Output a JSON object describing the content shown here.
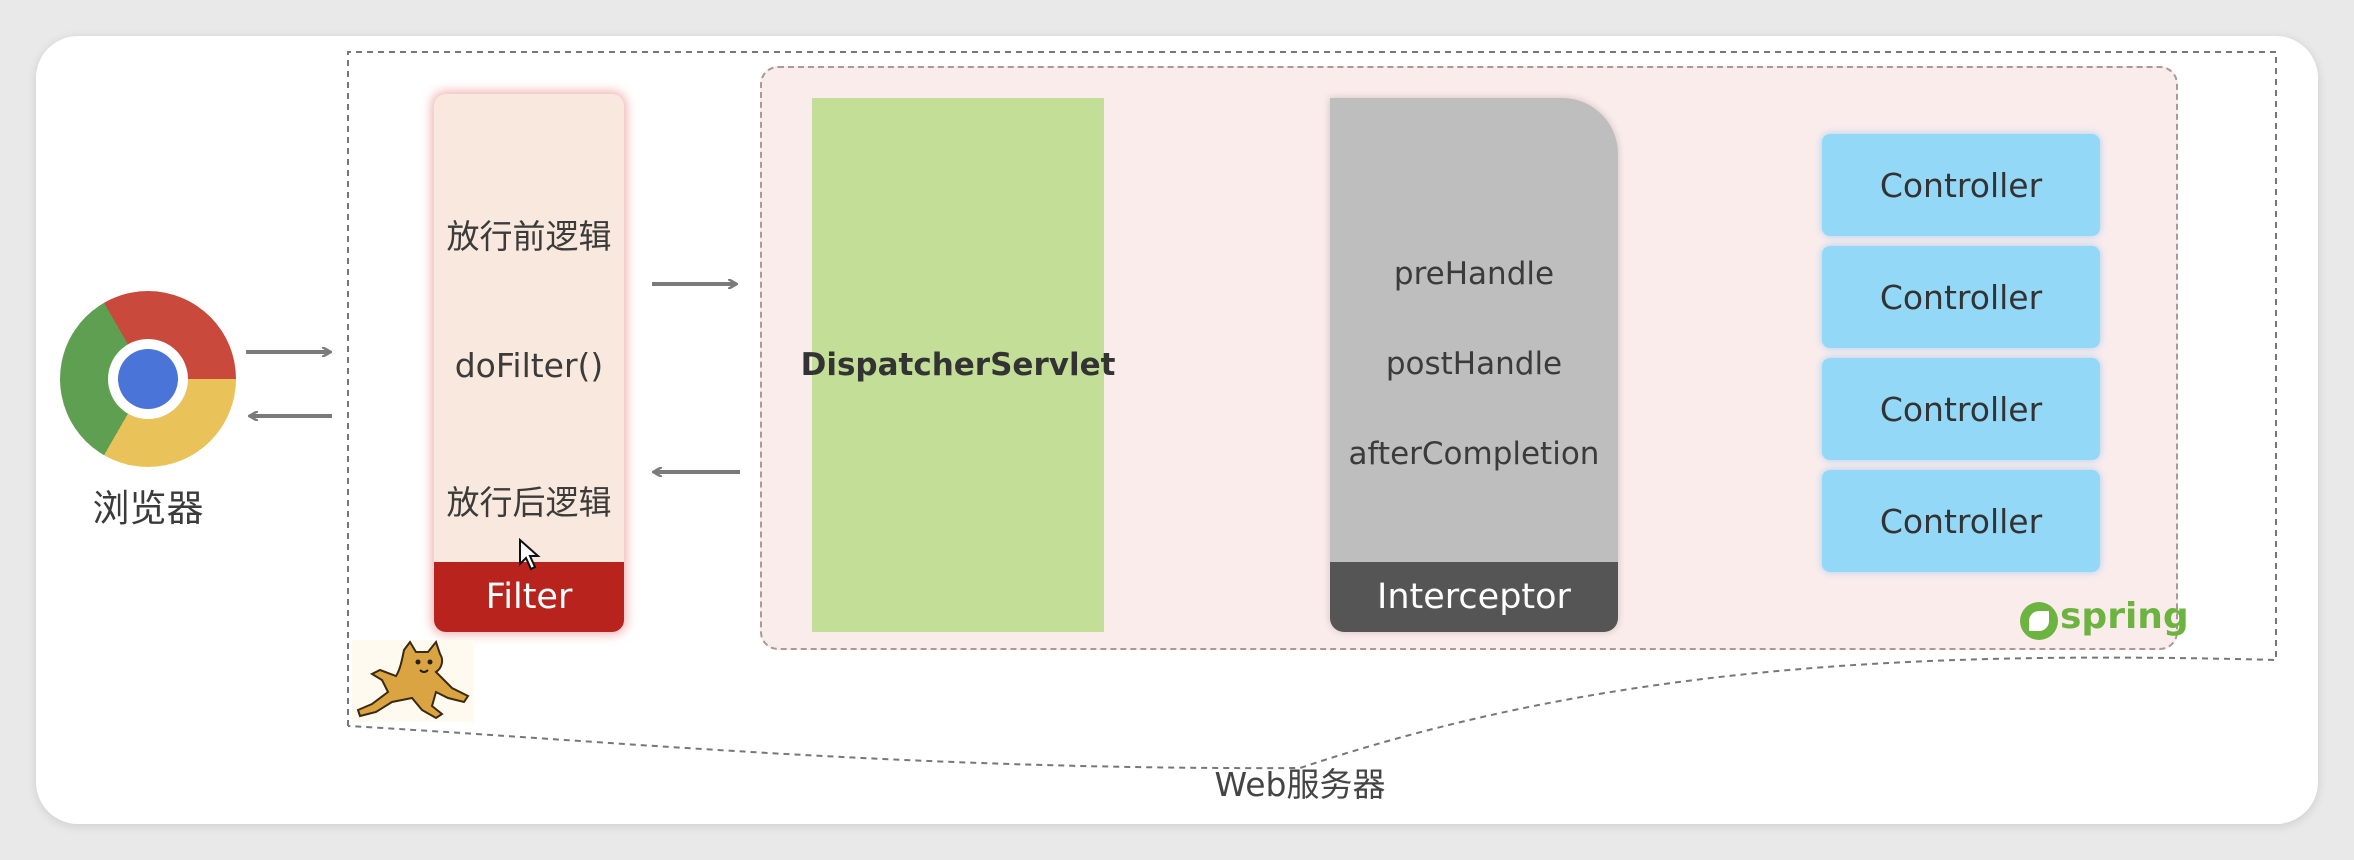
{
  "browser": {
    "label": "浏览器",
    "icon": "chrome-icon"
  },
  "filter": {
    "before": "放行前逻辑",
    "call": "doFilter()",
    "after": "放行后逻辑",
    "title": "Filter"
  },
  "dispatcher": {
    "label": "DispatcherServlet"
  },
  "interceptor": {
    "methods": [
      "preHandle",
      "postHandle",
      "afterCompletion"
    ],
    "title": "Interceptor"
  },
  "controllers": [
    "Controller",
    "Controller",
    "Controller",
    "Controller"
  ],
  "spring": {
    "logo_text": "spring"
  },
  "server": {
    "label": "Web服务器"
  },
  "colors": {
    "filter_body": "#f9e8dd",
    "filter_bar": "#b8231e",
    "dispatcher": "#c2de97",
    "interceptor_body": "#bebebe",
    "interceptor_bar": "#555555",
    "controller": "#94d8f7",
    "spring_box": "#fbecec",
    "spring_green": "#6db33f"
  }
}
